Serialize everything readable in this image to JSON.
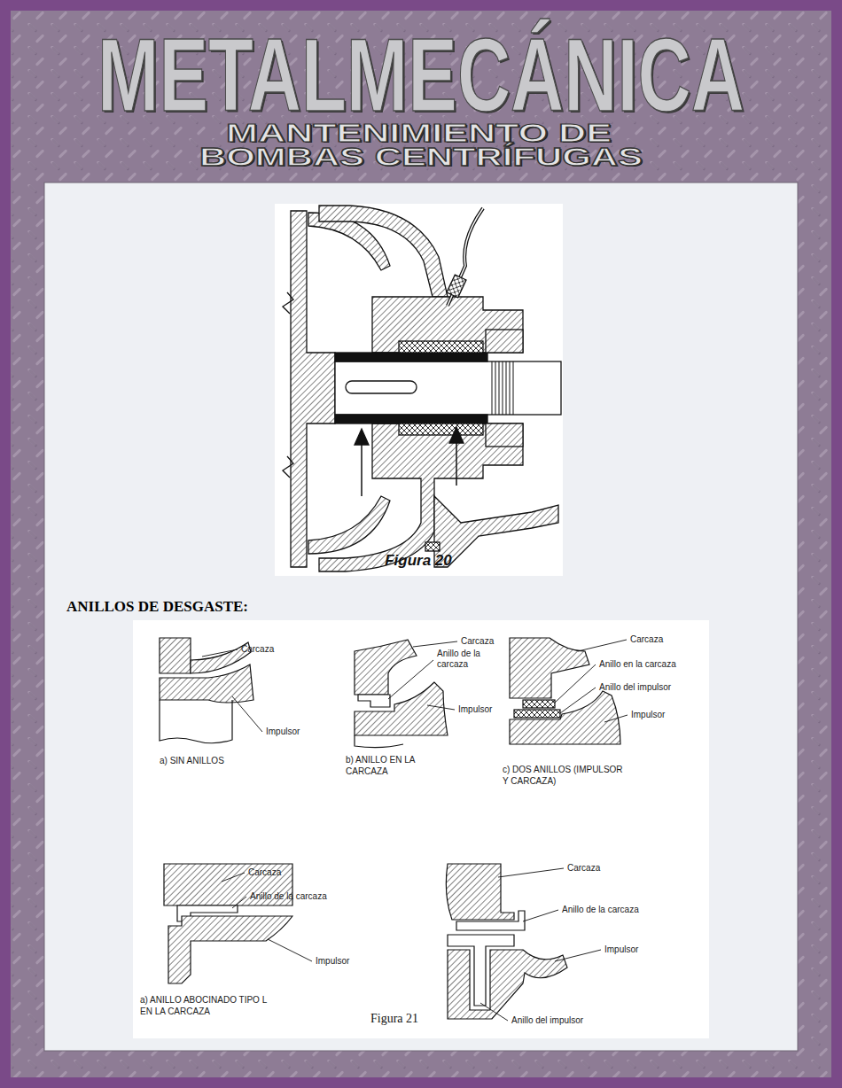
{
  "diagram": {
    "title": "METALMECÁNICA",
    "labels": [
      "MANTENIMIENTO DE",
      "BOMBAS CENTRÍFUGAS",
      "Figura 20",
      "ANILLOS DE DESGASTE:",
      "Carcaza",
      "Impulsor",
      "a) SIN ANILLOS",
      "Carcaza",
      "Anillo de la carcaza",
      "Impulsor",
      "b) ANILLO EN LA CARCAZA",
      "Carcaza",
      "Anillo en la carcaza",
      "Anillo del impulsor",
      "Impulsor",
      "c) DOS ANILLOS (IMPULSOR Y CARCAZA)",
      "Carcaza",
      "Anillo de la carcaza",
      "Impulsor",
      "a) ANILLO ABOCINADO TIPO L EN LA CARCAZA",
      "Figura 21",
      "Carcaza",
      "Anillo de la carcaza",
      "Impulsor",
      "Anillo del impulsor"
    ]
  }
}
